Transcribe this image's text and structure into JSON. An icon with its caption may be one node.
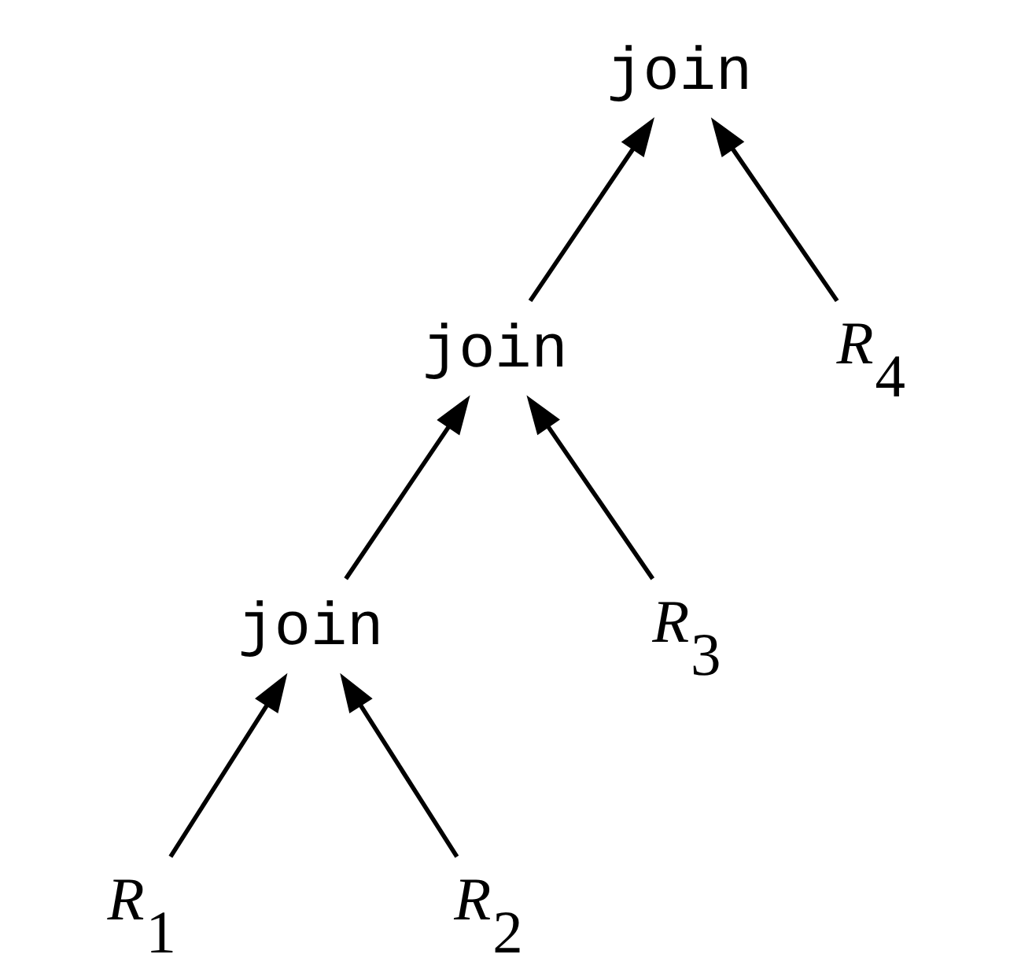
{
  "diagram": {
    "nodes": [
      {
        "text": [
          "join"
        ]
      },
      {
        "text": [
          "join"
        ]
      },
      {
        "text": [
          "R$_{4}$"
        ]
      },
      {
        "text": [
          "join"
        ]
      },
      {
        "text": [
          "R$_{3}$"
        ]
      },
      {
        "text": [
          "R$_{1}$"
        ]
      },
      {
        "text": [
          "R$_{2}$"
        ]
      }
    ],
    "edges": [
      {
        "from": 1,
        "to": 0,
        "arrow": "to"
      },
      {
        "from": 2,
        "to": 0,
        "arrow": "to"
      },
      {
        "from": 3,
        "to": 1,
        "arrow": "to"
      },
      {
        "from": 4,
        "to": 1,
        "arrow": "to"
      },
      {
        "from": 5,
        "to": 3,
        "arrow": "to"
      },
      {
        "from": 6,
        "to": 3,
        "arrow": "to"
      }
    ]
  }
}
